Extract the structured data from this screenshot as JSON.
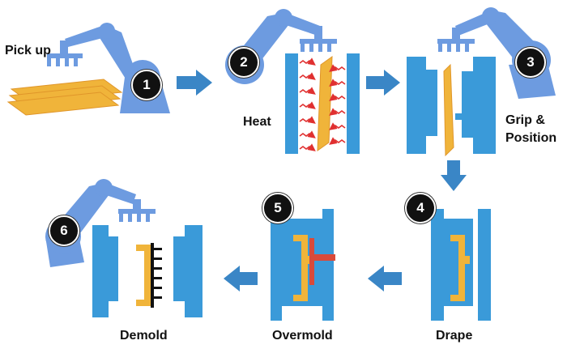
{
  "labels": {
    "pick_up": "Pick up",
    "heat": "Heat",
    "grip": "Grip &",
    "position": "Position",
    "drape": "Drape",
    "overmold": "Overmold",
    "demold": "Demold"
  },
  "steps": [
    "1",
    "2",
    "3",
    "4",
    "5",
    "6"
  ],
  "colors": {
    "robot": "#6d9be0",
    "robot_dark": "#4a78c2",
    "mold": "#3a9ad9",
    "sheet": "#f0b43a",
    "sheet_edge": "#e0962a",
    "heat": "#e03030",
    "overmold": "#d94a3a",
    "arrow": "#3a86c6",
    "ribs": "#111111"
  },
  "icons": [
    "robot-arm-icon",
    "mold-icon",
    "arrow-right-icon",
    "arrow-down-icon",
    "arrow-left-icon",
    "heat-wave-icon"
  ]
}
